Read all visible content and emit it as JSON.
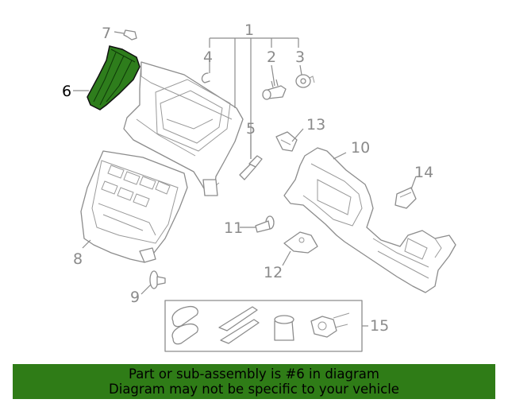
{
  "diagram": {
    "callouts": {
      "c1": "1",
      "c2": "2",
      "c3": "3",
      "c4": "4",
      "c5": "5",
      "c6": "6",
      "c7": "7",
      "c8": "8",
      "c9": "9",
      "c10": "10",
      "c11": "11",
      "c12": "12",
      "c13": "13",
      "c14": "14",
      "c15": "15"
    },
    "highlighted_part": "6",
    "colors": {
      "highlight": "#2e7d1c",
      "line_art": "#8c8c8c",
      "banner": "#2f7c17"
    }
  },
  "banner": {
    "line1": "Part or sub-assembly is #6 in diagram",
    "line2": "Diagram may not be specific to your vehicle"
  }
}
